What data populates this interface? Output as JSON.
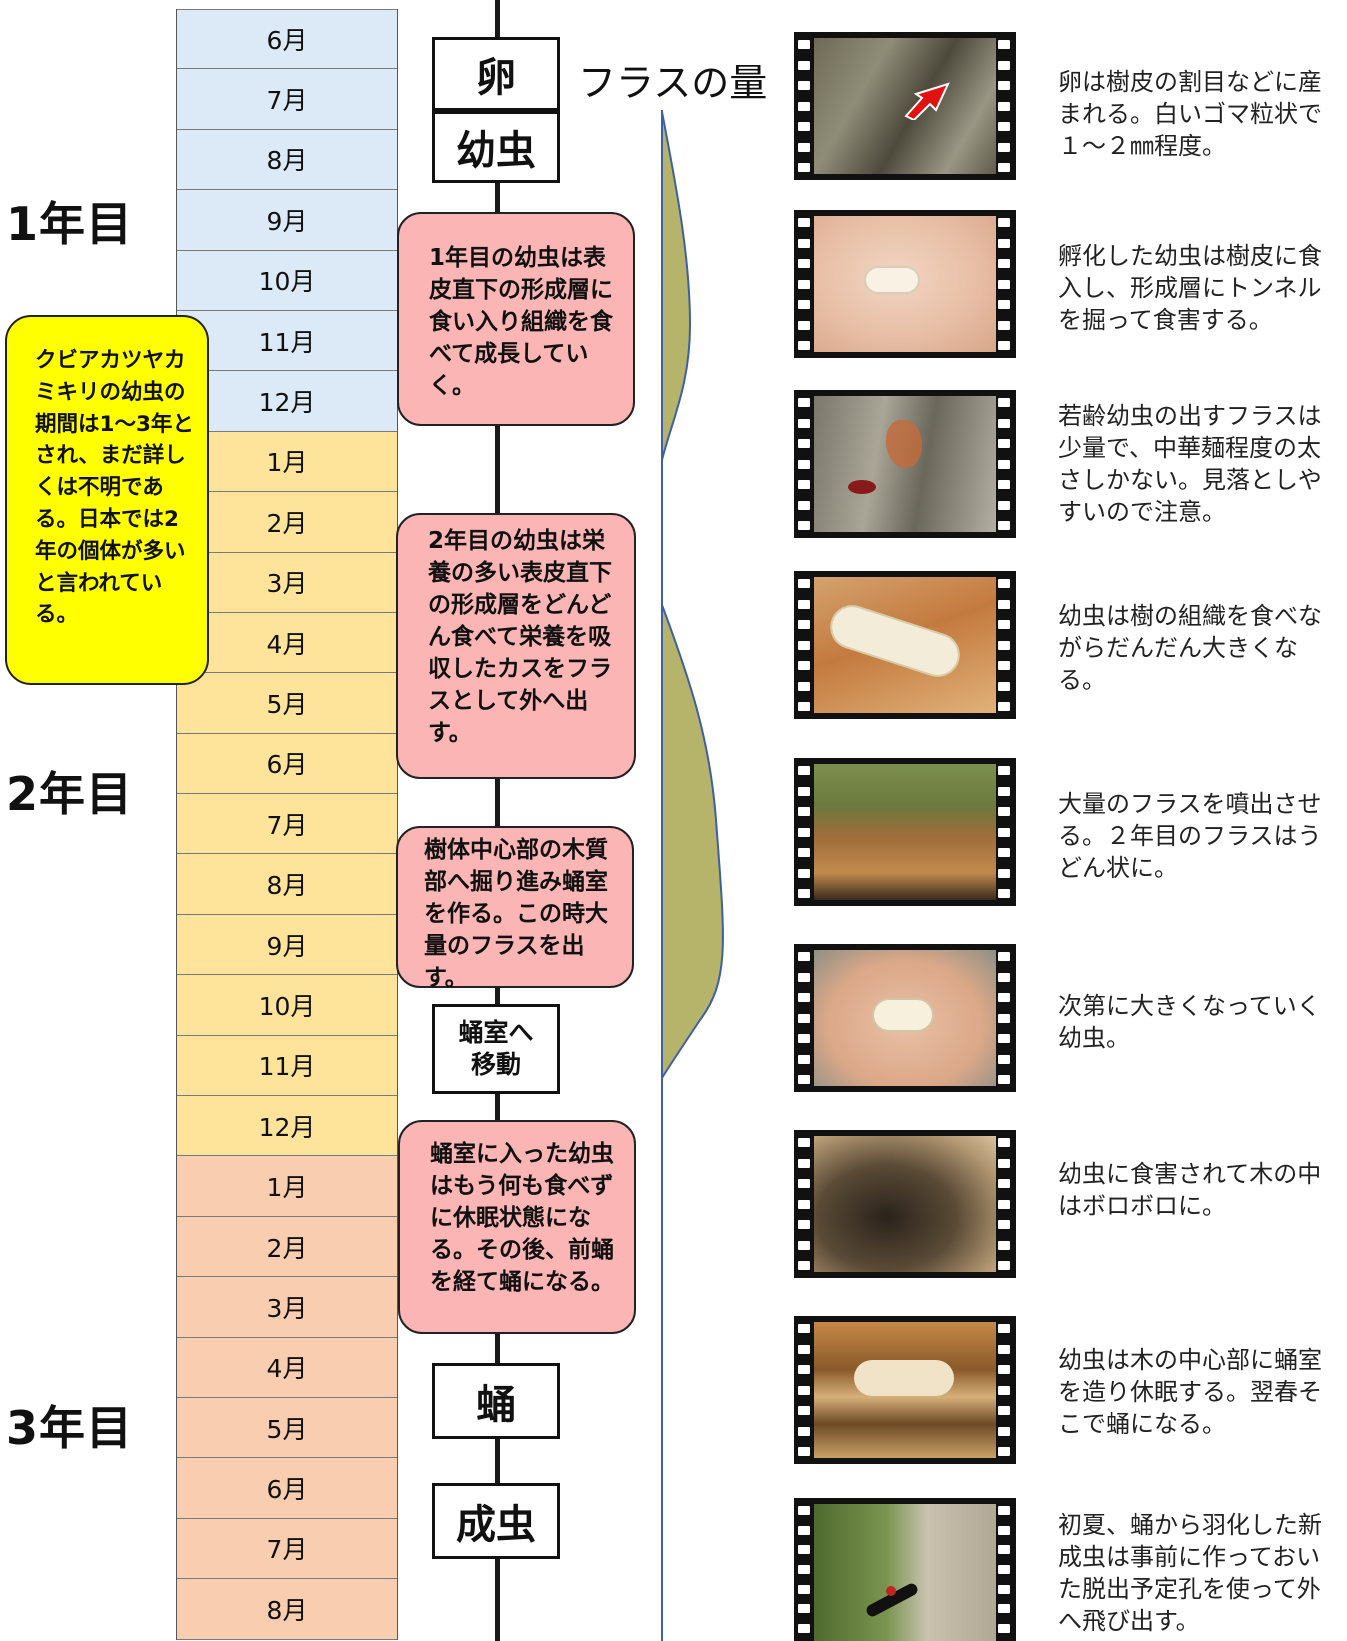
{
  "months": [
    "6月",
    "7月",
    "8月",
    "9月",
    "10月",
    "11月",
    "12月",
    "1月",
    "2月",
    "3月",
    "4月",
    "5月",
    "6月",
    "7月",
    "8月",
    "9月",
    "10月",
    "11月",
    "12月",
    "1月",
    "2月",
    "3月",
    "4月",
    "5月",
    "6月",
    "7月",
    "8月"
  ],
  "years": {
    "y1": "1年目",
    "y2": "2年目",
    "y3": "3年目"
  },
  "note": "クビアカツヤカミキリの幼虫の期間は1～3年とされ、まだ詳しくは不明である。日本では2年の個体が多いと言われている。",
  "stages": {
    "egg": "卵",
    "larva": "幼虫",
    "move": "蛹室へ移動",
    "pupa": "蛹",
    "adult": "成虫"
  },
  "pink_notes": [
    "1年目の幼虫は表皮直下の形成層に食い入り組織を食べて成長していく。",
    "2年目の幼虫は栄養の多い表皮直下の形成層をどんどん食べて栄養を吸収したカスをフラスとして外へ出す。",
    "樹体中心部の木質部へ掘り進み蛹室を作る。この時大量のフラスを出す。",
    "蛹室に入った幼虫はもう何も食べずに休眠状態になる。その後、前蛹を経て蛹になる。"
  ],
  "frass_title": "フラスの量",
  "descriptions": [
    "卵は樹皮の割目などに産まれる。白いゴマ粒状で１～２㎜程度。",
    "孵化した幼虫は樹皮に食入し、形成層にトンネルを掘って食害する。",
    "若齢幼虫の出すフラスは少量で、中華麺程度の太さしかない。見落としやすいので注意。",
    "幼虫は樹の組織を食べながらだんだん大きくなる。",
    "大量のフラスを噴出させる。２年目のフラスはうどん状に。",
    "次第に大きくなっていく幼虫。",
    "幼虫に食害されて木の中はボロボロに。",
    "幼虫は木の中心部に蛹室を造り休眠する。翌春そこで蛹になる。",
    "初夏、蛹から羽化した新成虫は事前に作っておいた脱出予定孔を使って外へ飛び出す。"
  ],
  "colors": {
    "year1": "#dce9f6",
    "year2": "#fde49a",
    "year3": "#f9cdb0",
    "note": "#ffff00",
    "pink": "#fbb5b5",
    "frass": "#b5b46a"
  }
}
